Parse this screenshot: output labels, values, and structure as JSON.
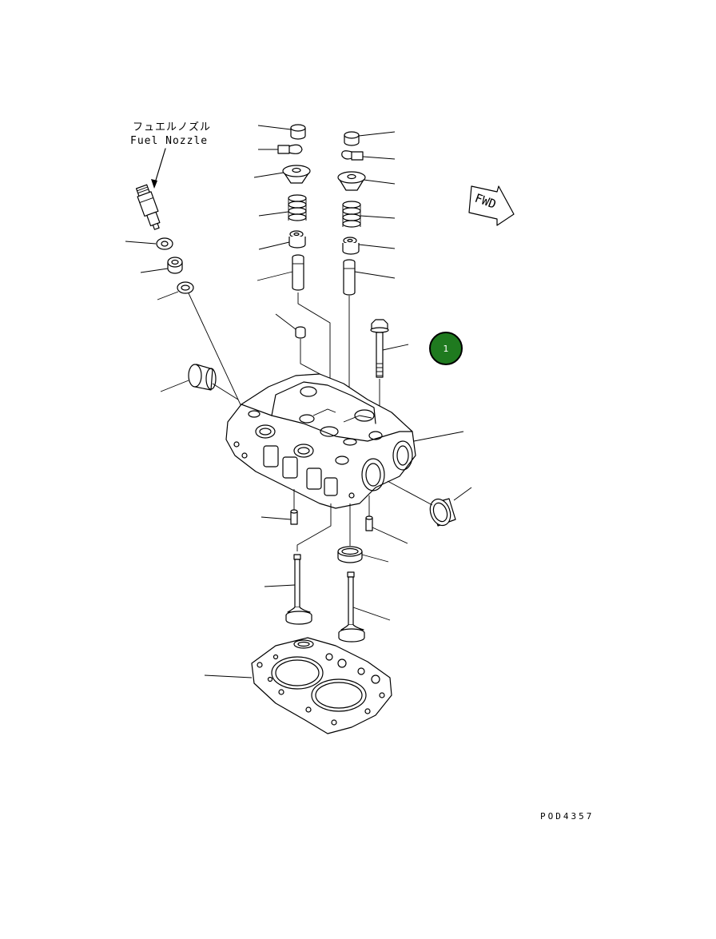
{
  "labels": {
    "fuel_nozzle_jp": "フュエルノズル",
    "fuel_nozzle_en": "Fuel Nozzle",
    "fwd": "FWD",
    "drawing_code": "POD4357"
  },
  "callout": {
    "number": "1",
    "color": "#1f7a1f"
  }
}
